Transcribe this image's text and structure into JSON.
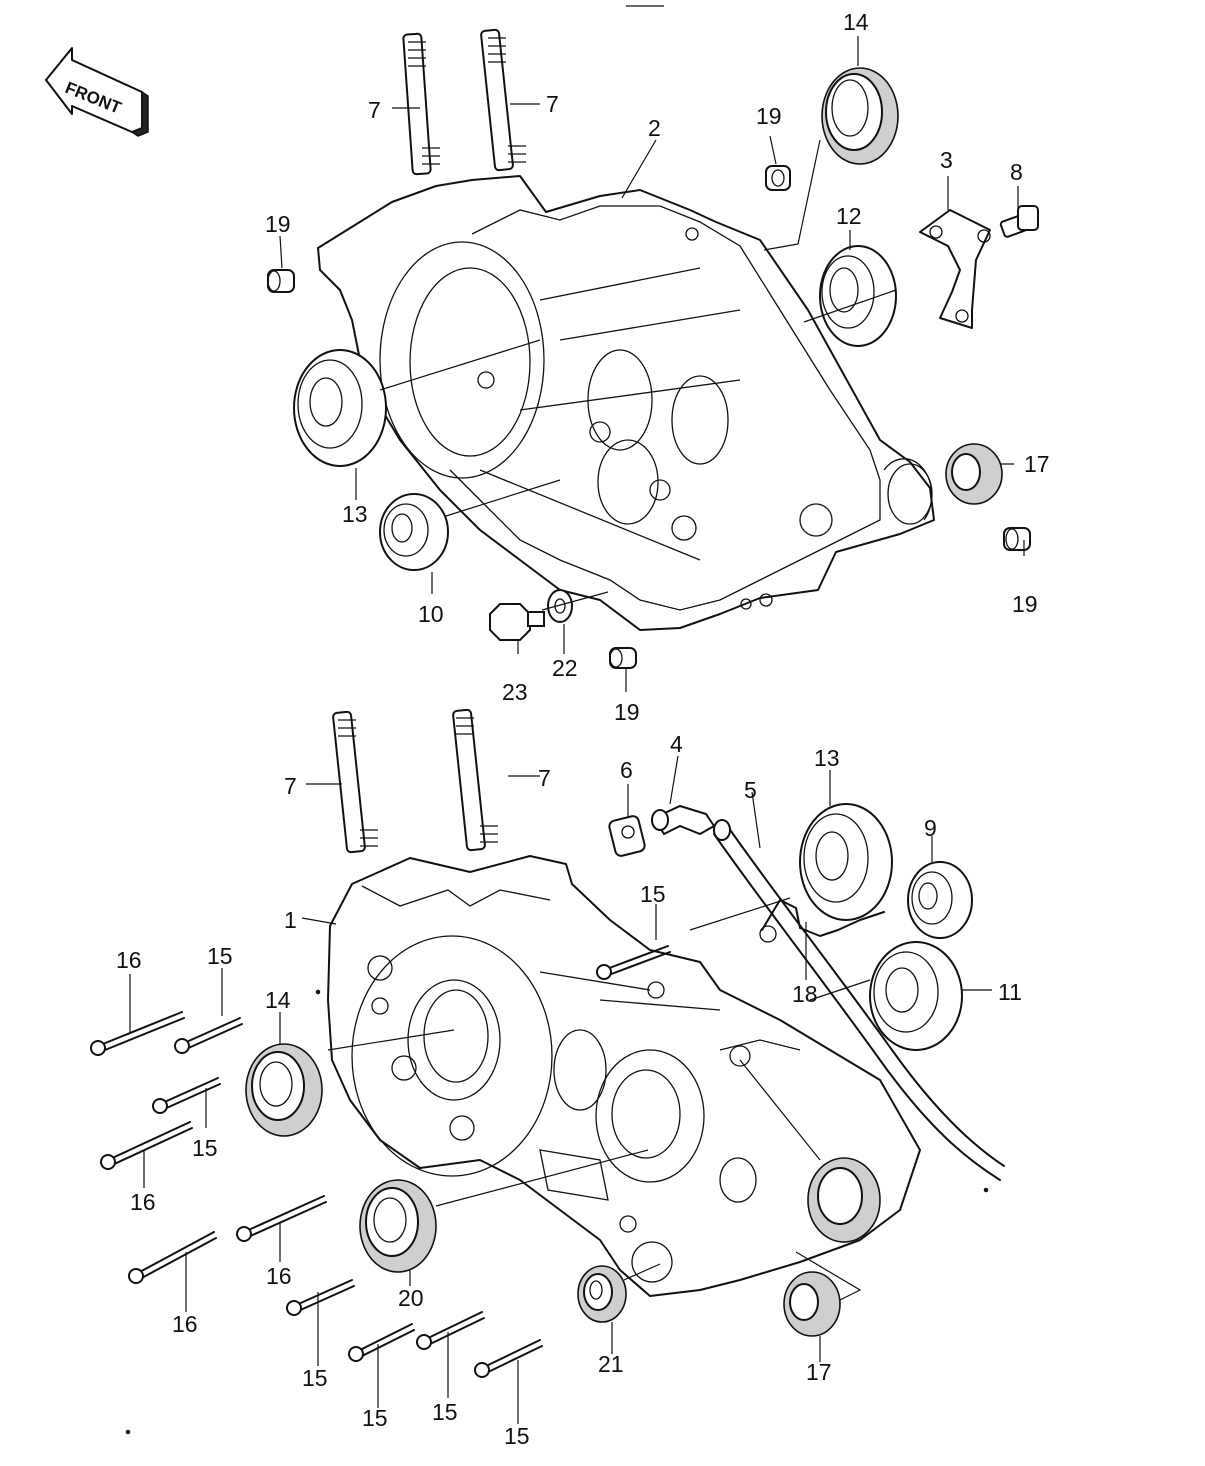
{
  "front_badge": {
    "text": "FRONT"
  },
  "callouts": [
    {
      "id": "c7a",
      "text": "7"
    },
    {
      "id": "c7b",
      "text": "7"
    },
    {
      "id": "c2",
      "text": "2"
    },
    {
      "id": "c14a",
      "text": "14"
    },
    {
      "id": "c19a",
      "text": "19"
    },
    {
      "id": "c3",
      "text": "3"
    },
    {
      "id": "c8",
      "text": "8"
    },
    {
      "id": "c19b",
      "text": "19"
    },
    {
      "id": "c12",
      "text": "12"
    },
    {
      "id": "c13a",
      "text": "13"
    },
    {
      "id": "c17a",
      "text": "17"
    },
    {
      "id": "c10",
      "text": "10"
    },
    {
      "id": "c19c",
      "text": "19"
    },
    {
      "id": "c23",
      "text": "23"
    },
    {
      "id": "c22",
      "text": "22"
    },
    {
      "id": "c19d",
      "text": "19"
    },
    {
      "id": "c7c",
      "text": "7"
    },
    {
      "id": "c7d",
      "text": "7"
    },
    {
      "id": "c6",
      "text": "6"
    },
    {
      "id": "c4",
      "text": "4"
    },
    {
      "id": "c5",
      "text": "5"
    },
    {
      "id": "c13b",
      "text": "13"
    },
    {
      "id": "c9",
      "text": "9"
    },
    {
      "id": "c1",
      "text": "1"
    },
    {
      "id": "c15a",
      "text": "15"
    },
    {
      "id": "c16a",
      "text": "16"
    },
    {
      "id": "c15b",
      "text": "15"
    },
    {
      "id": "c14b",
      "text": "14"
    },
    {
      "id": "c18",
      "text": "18"
    },
    {
      "id": "c11",
      "text": "11"
    },
    {
      "id": "c15c",
      "text": "15"
    },
    {
      "id": "c16b",
      "text": "16"
    },
    {
      "id": "c16c",
      "text": "16"
    },
    {
      "id": "c20",
      "text": "20"
    },
    {
      "id": "c16d",
      "text": "16"
    },
    {
      "id": "c21",
      "text": "21"
    },
    {
      "id": "c17b",
      "text": "17"
    },
    {
      "id": "c15d",
      "text": "15"
    },
    {
      "id": "c15e",
      "text": "15"
    },
    {
      "id": "c15f",
      "text": "15"
    },
    {
      "id": "c15g",
      "text": "15"
    }
  ]
}
